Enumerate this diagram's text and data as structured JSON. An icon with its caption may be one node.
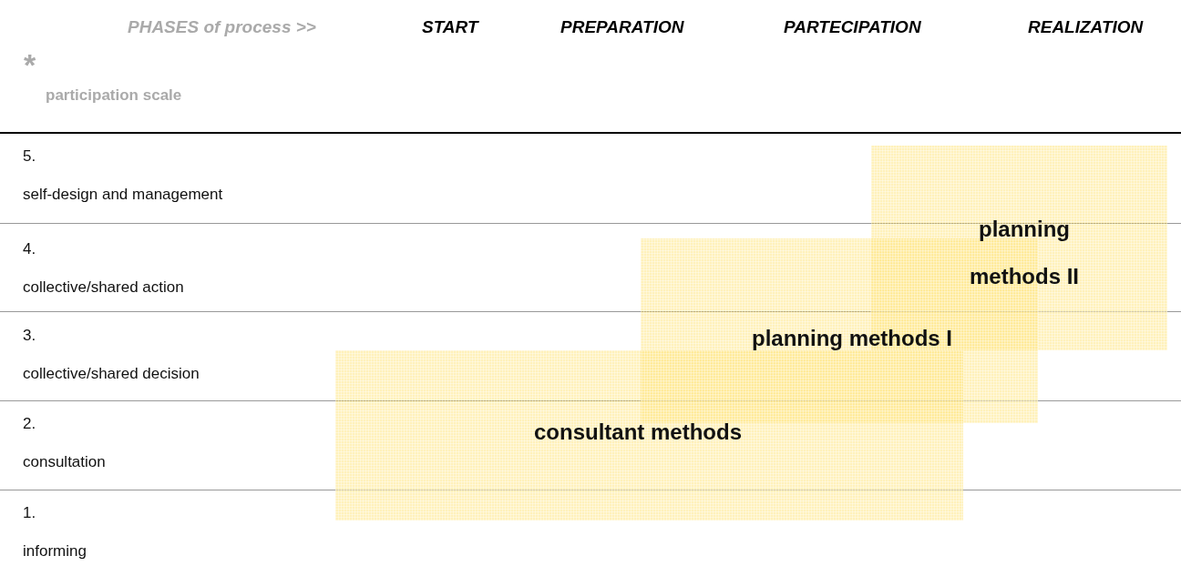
{
  "diagram": {
    "nodes": [
      {
        "text": [
          "planning methods II"
        ]
      },
      {
        "text": [
          "planning methods I"
        ]
      },
      {
        "text": [
          "consultant methods"
        ]
      }
    ],
    "labels": [
      "PHASES  of process >>",
      "START",
      "PREPARATION",
      "PARTECIPATION",
      "REALIZATION",
      "*",
      "participation scale",
      "5.",
      "self-design and management",
      "4.",
      "collective/shared action",
      "3.",
      "collective/shared decision",
      "2.",
      "consultation",
      "1.",
      "informing"
    ]
  }
}
